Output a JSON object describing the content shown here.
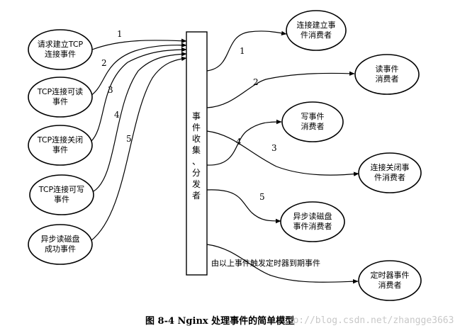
{
  "diagram": {
    "producers": [
      {
        "lines": [
          "请求建立TCP",
          "连接事件"
        ]
      },
      {
        "lines": [
          "TCP连接可读",
          "事件"
        ]
      },
      {
        "lines": [
          "TCP连接关闭",
          "事件"
        ]
      },
      {
        "lines": [
          "TCP连接可写",
          "事件"
        ]
      },
      {
        "lines": [
          "异步读磁盘",
          "成功事件"
        ]
      }
    ],
    "producer_numbers": [
      "1",
      "2",
      "3",
      "4",
      "5"
    ],
    "collector_label": [
      "事",
      "件",
      "收",
      "集",
      "、",
      "分",
      "发",
      "者"
    ],
    "consumers": [
      {
        "lines": [
          "连接建立事",
          "件消费者"
        ]
      },
      {
        "lines": [
          "读事件",
          "消费者"
        ]
      },
      {
        "lines": [
          "写事件",
          "消费者"
        ]
      },
      {
        "lines": [
          "连接关闭事",
          "件消费者"
        ]
      },
      {
        "lines": [
          "异步读磁盘",
          "事件消费者"
        ]
      },
      {
        "lines": [
          "定时器事件",
          "消费者"
        ]
      }
    ],
    "consumer_numbers": [
      "1",
      "2",
      "4",
      "3",
      "5"
    ],
    "timer_note": "由以上事件触发定时器到期事件",
    "caption": "图 8-4   Nginx 处理事件的简单模型",
    "watermark": "http://blog.csdn.net/zhangge3663"
  }
}
